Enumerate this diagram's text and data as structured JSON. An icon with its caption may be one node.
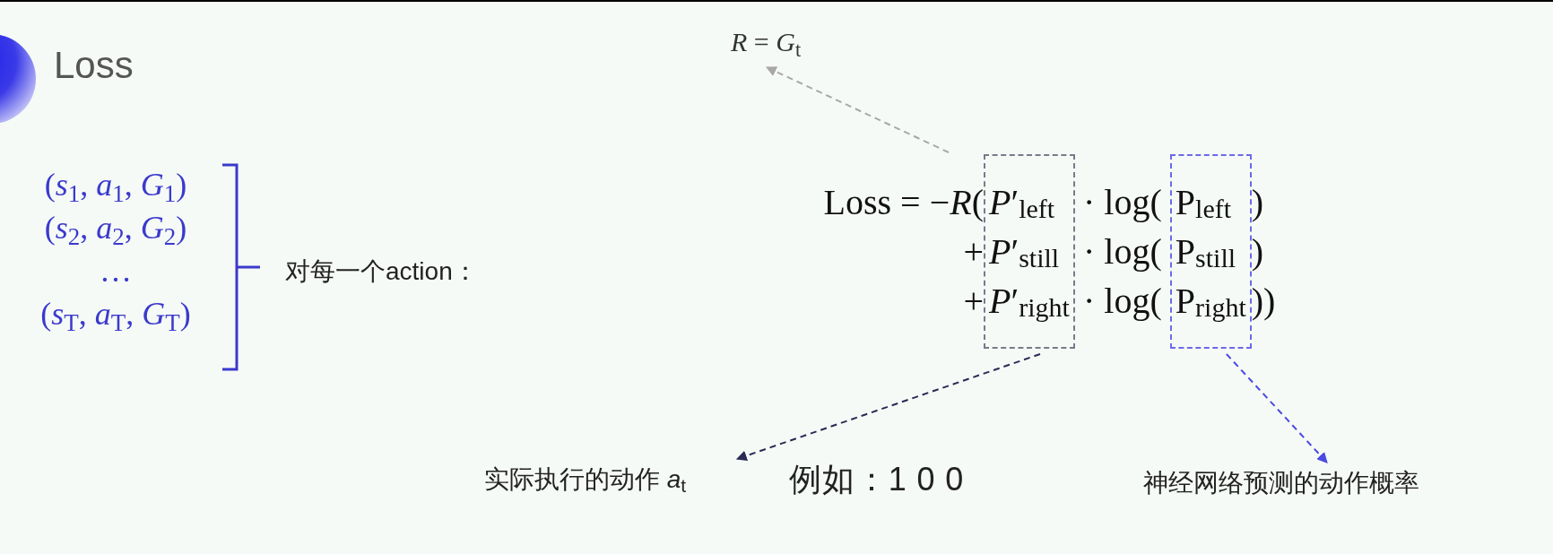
{
  "diagram": {
    "title": "Loss",
    "nodes": [
      {
        "text": [
          "(*s*$_{1}$, *a*$_{1}$, *G*$_{1}$)",
          "(*s*$_{2}$, *a*$_{2}$, *G*$_{2}$)",
          "…",
          "(*s*$_{T}$, *a*$_{T}$, *G*$_{T}$)"
        ]
      },
      {
        "text": [
          "*R* = *G*$_{t}$"
        ]
      },
      {
        "text": [
          "Loss = −*R*(",
          "· log(",
          ")",
          "+",
          "· log(",
          ")",
          "+",
          "· log(",
          "))"
        ]
      },
      {
        "text": [
          "*P*′$_{left}$",
          "*P*′$_{still}$",
          "*P*′$_{right}$"
        ],
        "in": 2
      },
      {
        "text": [
          "P$_{left}$",
          "P$_{still}$",
          "P$_{right}$"
        ],
        "in": 2
      },
      {
        "text": [
          "实际执行的动作 *a*$_{t}$"
        ],
        "beside": [
          "例如：1 0 0"
        ]
      },
      {
        "text": [
          "神经网络预测的动作概率"
        ]
      }
    ],
    "edges": [
      {
        "from": 2,
        "to": 1,
        "arrow": "to",
        "style": "dashed",
        "color": "#a8a8a8"
      },
      {
        "from": 3,
        "to": 5,
        "arrow": "to",
        "style": "dashed",
        "color": "#2a2a55"
      },
      {
        "from": 4,
        "to": 6,
        "arrow": "to",
        "style": "dashed",
        "color": "#4a4ae0"
      }
    ],
    "labels": [
      "对每一个action："
    ]
  }
}
